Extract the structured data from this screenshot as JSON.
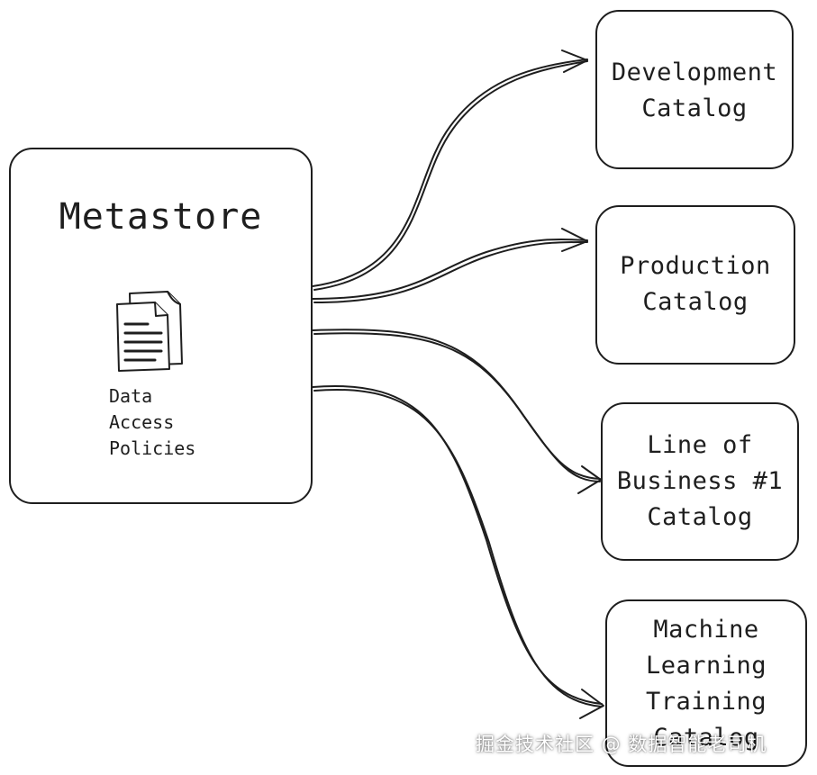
{
  "metastore": {
    "title": "Metastore",
    "policy_label": [
      "Data",
      "Access",
      "Policies"
    ]
  },
  "catalogs": {
    "development": [
      "Development",
      "Catalog"
    ],
    "production": [
      "Production",
      "Catalog"
    ],
    "line_of_business": [
      "Line of",
      "Business #1",
      "Catalog"
    ],
    "machine_learning": [
      "Machine",
      "Learning",
      "Training",
      "Catalog"
    ]
  },
  "watermark": "掘金技术社区 @ 数据智能老司机",
  "colors": {
    "stroke": "#1e1e1e",
    "background": "#ffffff"
  }
}
